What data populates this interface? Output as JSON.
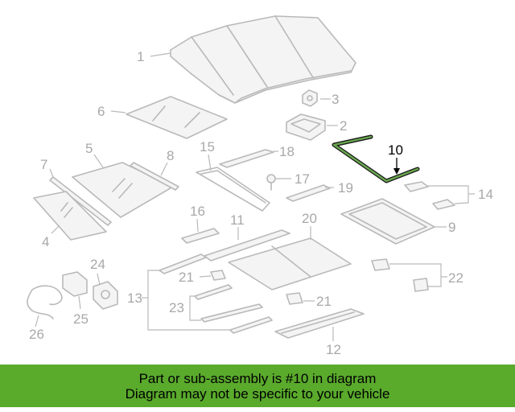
{
  "callouts": {
    "c1": "1",
    "c2": "2",
    "c3": "3",
    "c4": "4",
    "c5": "5",
    "c6": "6",
    "c7": "7",
    "c8": "8",
    "c9": "9",
    "c10": "10",
    "c11": "11",
    "c12": "12",
    "c13": "13",
    "c14": "14",
    "c15": "15",
    "c16": "16",
    "c17": "17",
    "c18": "18",
    "c19": "19",
    "c20": "20",
    "c21a": "21",
    "c21b": "21",
    "c22": "22",
    "c23": "23",
    "c24": "24",
    "c25": "25",
    "c26": "26"
  },
  "highlight": {
    "part_number": "10",
    "color": "#6aa84f"
  },
  "banner": {
    "line1": "Part or sub-assembly is #10 in diagram",
    "line2": "Diagram may not be specific to your vehicle",
    "background": "#5aaa2c"
  }
}
